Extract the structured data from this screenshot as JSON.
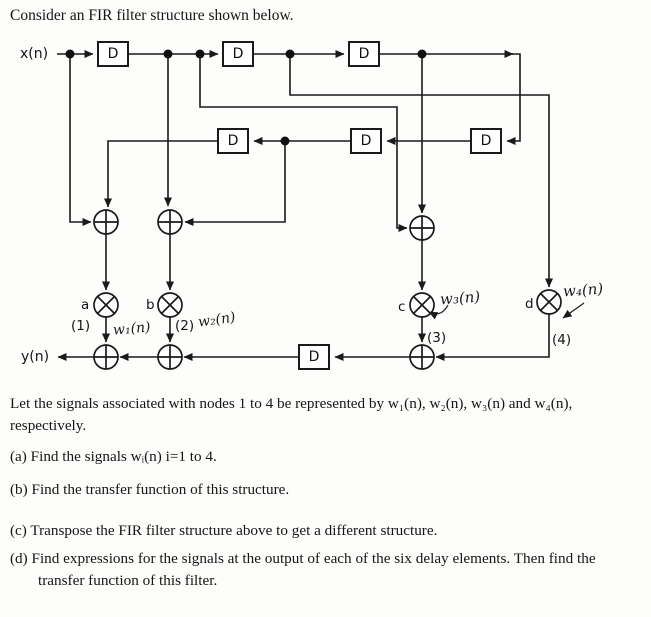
{
  "title": "Consider an FIR filter structure shown below.",
  "diagram": {
    "input_label": "x(n)",
    "output_label": "y(n)",
    "delay_label": "D",
    "coeff_a": "a",
    "coeff_b": "b",
    "coeff_c": "c",
    "coeff_d": "d",
    "node1": "(1)",
    "node2": "(2)",
    "node3": "(3)",
    "node4": "(4)",
    "w1": "w₁(n)",
    "w2": "w₂(n)",
    "w3": "w₃(n)",
    "w4": "w₄(n)"
  },
  "body": {
    "intro": "Let the signals associated with nodes 1 to 4 be represented by w₁(n), w₂(n), w₃(n) and w₄(n), respectively.",
    "item_a": "(a) Find the signals wᵢ(n) i=1 to 4.",
    "item_b": "(b) Find the transfer function of this structure.",
    "item_c": "(c) Transpose the FIR filter structure above to get a different structure.",
    "item_d": "(d) Find expressions for the signals at the output of each of the six delay elements. Then find the transfer function of this filter."
  }
}
